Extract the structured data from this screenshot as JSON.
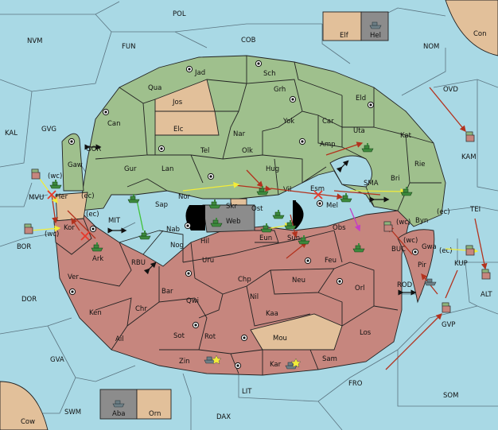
{
  "colors": {
    "sea": "#a9d9e5",
    "green_power": "#9fc08d",
    "red_power": "#c6867e",
    "neutral_land": "#e2c09a",
    "grey_land": "#8c8c8c",
    "fleet_green": "#3d8a3d",
    "arrow_red": "#b3321e",
    "arrow_yellow": "#f2ec3a",
    "arrow_magenta": "#c43dc4",
    "arrow_green": "#41c23a",
    "cross": "#e8392b"
  },
  "icons": [
    "fleet-icon",
    "army-piece-icon",
    "supply-center-icon",
    "star-icon",
    "move-arrow-icon",
    "cut-cross-icon",
    "double-arrow-icon"
  ],
  "sea_labels": {
    "POL": "POL",
    "NVM": "NVM",
    "FUN": "FUN",
    "COB": "COB",
    "NOM": "NOM",
    "Con": "Con",
    "OVD": "OVD",
    "KAL": "KAL",
    "GVG": "GVG",
    "GOR": "GOR",
    "MVU": "MVU",
    "BOR": "BOR",
    "MIT": "MIT",
    "RBU": "RBU",
    "DOR": "DOR",
    "GVA": "GVA",
    "SWM": "SWM",
    "LIT": "LIT",
    "DAX": "DAX",
    "FRO": "FRO",
    "SOM": "SOM",
    "GVP": "GVP",
    "ALT": "ALT",
    "TEI": "TEI",
    "KUP": "KUP",
    "KAM": "KAM",
    "SMA": "SMA",
    "BUC": "BUC",
    "ROD": "ROD",
    "Cow": "Cow",
    "Elf": "Elf",
    "Hel": "Hel",
    "Aba": "Aba",
    "Orn": "Orn"
  },
  "land_labels": {
    "Jad": "Jad",
    "Sch": "Sch",
    "Qua": "Qua",
    "Jos": "Jos",
    "Grh": "Grh",
    "Eld": "Eld",
    "Can": "Can",
    "Elc": "Elc",
    "Nar": "Nar",
    "Yok": "Yok",
    "Car": "Car",
    "Uta": "Uta",
    "Kat": "Kat",
    "Tel": "Tel",
    "Olk": "Olk",
    "Amp": "Amp",
    "Rie": "Rie",
    "Gaw": "Gaw",
    "Gur": "Gur",
    "Lan": "Lan",
    "Hug": "Hug",
    "Bri": "Bri",
    "Nor": "Nor",
    "Vil": "Vil",
    "Esm": "Esm",
    "Her": "Her",
    "Sap": "Sap",
    "Skr": "Skr",
    "Ost": "Ost",
    "Mel": "Mel",
    "Web": "Web",
    "Byn": "Byn",
    "Kor": "Kor",
    "Nab": "Nab",
    "Eun": "Eun",
    "Sun": "Sun",
    "Obs": "Obs",
    "Gwa": "Gwa",
    "Hil": "Hil",
    "Nog": "Nog",
    "Ark": "Ark",
    "Pir": "Pir",
    "Uru": "Uru",
    "Feu": "Feu",
    "Ver": "Ver",
    "Chp": "Chp",
    "Neu": "Neu",
    "Orl": "Orl",
    "Bar": "Bar",
    "Qwi": "Qwi",
    "Nil": "Nil",
    "Ken": "Ken",
    "Chr": "Chr",
    "Kaa": "Kaa",
    "Los": "Los",
    "Ail": "Ail",
    "Sot": "Sot",
    "Rot": "Rot",
    "Mou": "Mou",
    "Zin": "Zin",
    "Kar": "Kar",
    "Sam": "Sam"
  },
  "coast_tags": {
    "wc": "(wc)",
    "ec": "(ec)"
  }
}
